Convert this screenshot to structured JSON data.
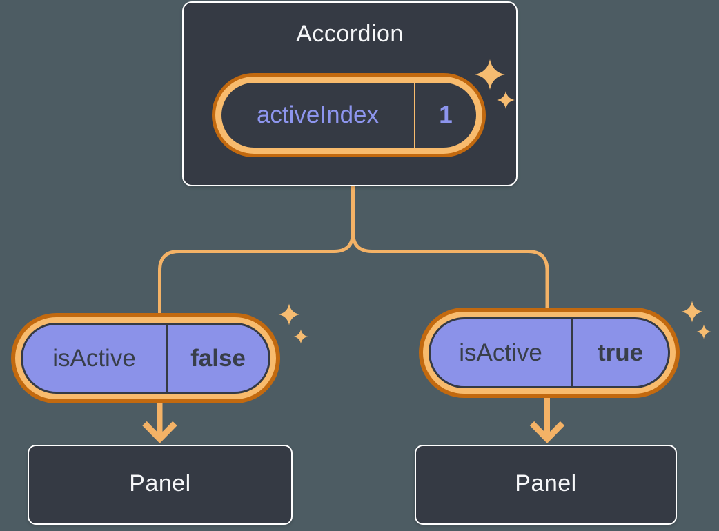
{
  "root_component": {
    "title": "Accordion",
    "state": {
      "name": "activeIndex",
      "value": "1"
    }
  },
  "children": [
    {
      "prop": {
        "name": "isActive",
        "value": "false"
      },
      "panel_label": "Panel"
    },
    {
      "prop": {
        "name": "isActive",
        "value": "true"
      },
      "panel_label": "Panel"
    }
  ],
  "colors": {
    "background": "#4D5C63",
    "dark_surface": "#353A44",
    "box_border": "#FFFFFF",
    "connector_gold": "#F4B266",
    "ring_outer_orange": "#C2690F",
    "ring_inner_gold": "#F8BB6D",
    "prop_pill_purple": "#8B92E9",
    "state_text_purple": "#8D95EE",
    "text_light": "#F6F7F9",
    "text_dark": "#383E49",
    "sparkle_gold": "#F6BC71"
  }
}
